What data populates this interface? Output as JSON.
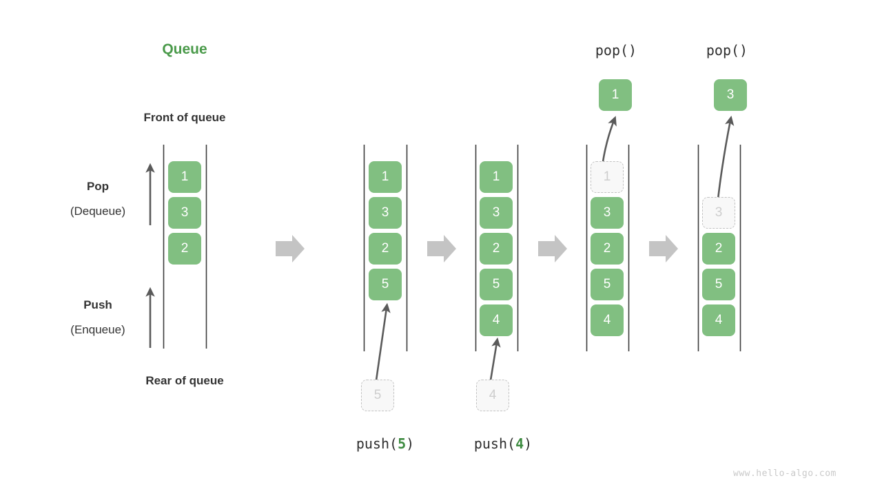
{
  "diagram": {
    "title": "Queue",
    "watermark": "www.hello-algo.com",
    "labels": {
      "front_of_queue": "Front of queue",
      "rear_of_queue": "Rear of queue",
      "pop": "Pop",
      "pop_alt": "(Dequeue)",
      "push": "Push",
      "push_alt": "(Enqueue)"
    },
    "colors": {
      "element_fill": "#81bf81",
      "element_text": "#ffffff",
      "ghost_fill": "#f8f8f8",
      "ghost_border": "#c2c2c2",
      "ghost_text": "#cdcdcd",
      "title_green": "#4a9a4a",
      "rail": "#3c3c3c",
      "step_arrow": "#c4c4c4",
      "thin_arrow": "#5a5a5a",
      "caption_text": "#333333",
      "watermark_text": "#c9c9c9"
    },
    "panels": [
      {
        "id": "initial",
        "caption": "",
        "cells": [
          {
            "value": "1",
            "state": "filled"
          },
          {
            "value": "3",
            "state": "filled"
          },
          {
            "value": "2",
            "state": "filled"
          }
        ],
        "popped": null
      },
      {
        "id": "push-5",
        "caption_parts": {
          "fn": "push(",
          "arg": "5",
          "close": ")"
        },
        "caption": "push(5)",
        "incoming": {
          "value": "5",
          "state": "ghost"
        },
        "cells": [
          {
            "value": "1",
            "state": "filled"
          },
          {
            "value": "3",
            "state": "filled"
          },
          {
            "value": "2",
            "state": "filled"
          },
          {
            "value": "5",
            "state": "filled"
          }
        ],
        "popped": null
      },
      {
        "id": "push-4",
        "caption_parts": {
          "fn": "push(",
          "arg": "4",
          "close": ")"
        },
        "caption": "push(4)",
        "incoming": {
          "value": "4",
          "state": "ghost"
        },
        "cells": [
          {
            "value": "1",
            "state": "filled"
          },
          {
            "value": "3",
            "state": "filled"
          },
          {
            "value": "2",
            "state": "filled"
          },
          {
            "value": "5",
            "state": "filled"
          },
          {
            "value": "4",
            "state": "filled"
          }
        ],
        "popped": null
      },
      {
        "id": "pop-1",
        "caption": "pop()",
        "cells": [
          {
            "value": "1",
            "state": "ghost"
          },
          {
            "value": "3",
            "state": "filled"
          },
          {
            "value": "2",
            "state": "filled"
          },
          {
            "value": "5",
            "state": "filled"
          },
          {
            "value": "4",
            "state": "filled"
          }
        ],
        "popped": {
          "value": "1",
          "state": "filled"
        }
      },
      {
        "id": "pop-3",
        "caption": "pop()",
        "cells": [
          {
            "value": "3",
            "state": "ghost"
          },
          {
            "value": "2",
            "state": "filled"
          },
          {
            "value": "5",
            "state": "filled"
          },
          {
            "value": "4",
            "state": "filled"
          }
        ],
        "popped": {
          "value": "3",
          "state": "filled"
        }
      }
    ],
    "step_arrows": 4
  }
}
